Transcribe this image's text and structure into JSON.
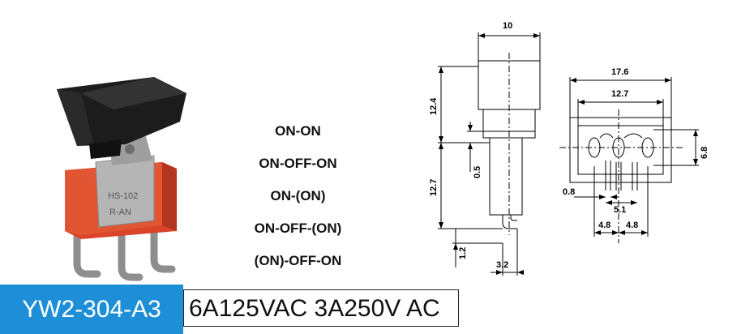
{
  "modes": [
    "ON-ON",
    "ON-OFF-ON",
    "ON-(ON)",
    "ON-OFF-(ON)",
    "(ON)-OFF-ON"
  ],
  "dimensions": {
    "top_width": "10",
    "body_height": "12.4",
    "lower_height": "12.7",
    "small_offset": "0.5",
    "pin_drop": "1.2",
    "pin_offset": "3.2",
    "outer_width": "17.6",
    "inner_width": "12.7",
    "side_height": "6.8",
    "pin_width": "0.8",
    "pin_pitch": "5.1",
    "spacing_left": "4.8",
    "spacing_right": "4.8"
  },
  "photo": {
    "label_line1": "HS-102",
    "label_line2": "R-AN"
  },
  "footer": {
    "model": "YW2-304-A3",
    "rating": "6A125VAC 3A250V AC"
  },
  "colors": {
    "model_band": "#1e8fd6",
    "switch_body": "#d9442a",
    "actuator": "#1c1c1c",
    "metal": "#a9a9a9"
  }
}
